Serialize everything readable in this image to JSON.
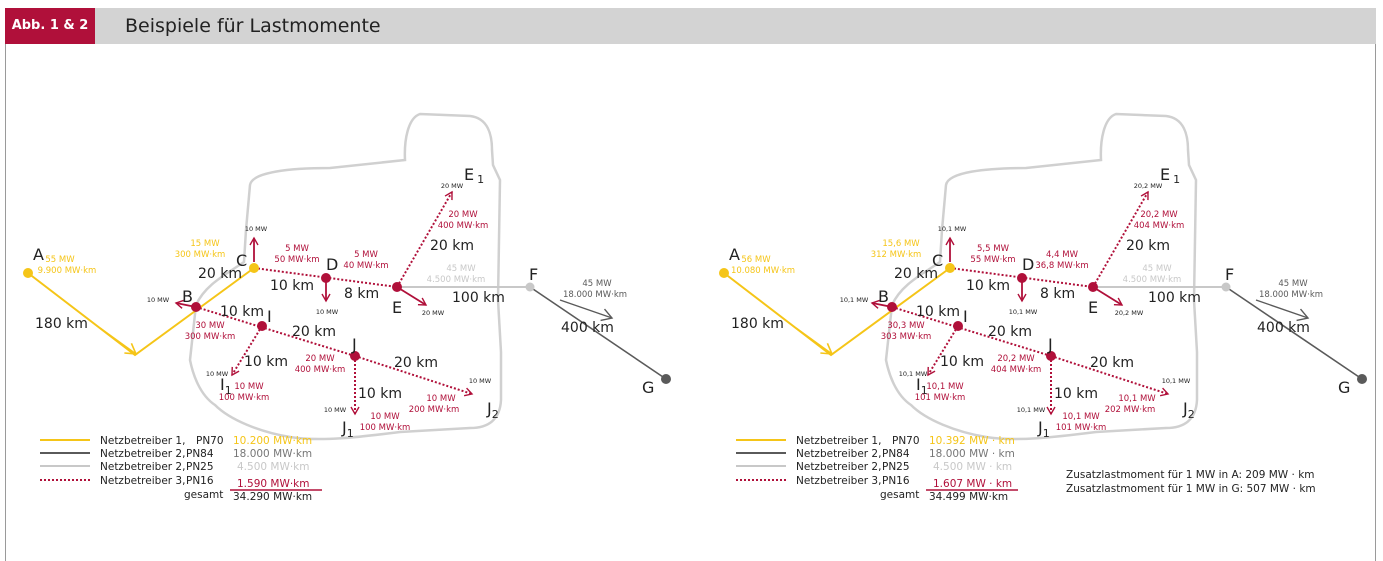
{
  "header": {
    "tag": "Abb. 1 & 2",
    "title": "Beispiele für Lastmomente"
  },
  "colors": {
    "operator1": "#f5c518",
    "operator2_pn84": "#5a5a5a",
    "operator2_pn25": "#c8c8c8",
    "operator3": "#b0103a",
    "outline": "#d0d0d0",
    "header_bg": "#d3d3d3",
    "tag_bg": "#b0103a"
  },
  "left": {
    "nodes": {
      "A": "A",
      "B": "B",
      "C": "C",
      "D": "D",
      "E": "E",
      "F": "F",
      "G": "G",
      "I": "I",
      "I1": "I",
      "I1_sub": "1",
      "J": "J",
      "J1": "J",
      "J1_sub": "1",
      "J2": "J",
      "J2_sub": "2",
      "E1": "E",
      "E1_sub": "1"
    },
    "distances": {
      "AB": "180 km",
      "BC": "20 km",
      "CD": "10 km",
      "DE": "8 km",
      "EF": "100 km",
      "FG": "400 km",
      "BI": "10 km",
      "IJ": "20 km",
      "JJ2": "20 km",
      "JJ1": "10 km",
      "II1": "10 km",
      "EE1": "20 km"
    },
    "annotations": {
      "A_mw": "55 MW",
      "A_mwkm": "9.900 MW·km",
      "C_mw": "15 MW",
      "C_mwkm": "300 MW·km",
      "CD_mw": "5 MW",
      "CD_mwkm": "50 MW·km",
      "DE_mw": "5 MW",
      "DE_mwkm": "40 MW·km",
      "EF_mw": "45 MW",
      "EF_mwkm": "4.500 MW·km",
      "FG_mw": "45 MW",
      "FG_mwkm": "18.000 MW·km",
      "EE1_mw": "20 MW",
      "EE1_mwkm": "400 MW·km",
      "BI_mw": "30 MW",
      "BI_mwkm": "300 MW·km",
      "IJ_mw": "20 MW",
      "IJ_mwkm": "400 MW·km",
      "JJ2_mw": "10 MW",
      "JJ2_mwkm": "200 MW·km",
      "JJ1_mw": "10 MW",
      "JJ1_mwkm": "100 MW·km",
      "II1_mw": "10 MW",
      "II1_mwkm": "100 MW·km",
      "load_C": "10 MW",
      "load_B": "10 MW",
      "load_D": "10 MW",
      "load_E": "20 MW",
      "load_E1": "20 MW",
      "load_I1": "10 MW",
      "load_J1": "10 MW",
      "load_J2": "10 MW"
    },
    "legend": {
      "row1_name": "Netzbetreiber 1,",
      "row1_pn": "PN70",
      "row1_val": "10.200 MW·km",
      "row2_name": "Netzbetreiber 2,",
      "row2_pn": "PN84",
      "row2_val": "18.000 MW·km",
      "row3_name": "Netzbetreiber 2,",
      "row3_pn": "PN25",
      "row3_val": "4.500 MW·km",
      "row4_name": "Netzbetreiber 3,",
      "row4_pn": "PN16",
      "row4_val": "1.590 MW·km",
      "total_label": "gesamt",
      "total_val": "34.290 MW·km"
    }
  },
  "right": {
    "nodes": {
      "A": "A",
      "B": "B",
      "C": "C",
      "D": "D",
      "E": "E",
      "F": "F",
      "G": "G",
      "I": "I",
      "I1": "I",
      "I1_sub": "1",
      "J": "J",
      "J1": "J",
      "J1_sub": "1",
      "J2": "J",
      "J2_sub": "2",
      "E1": "E",
      "E1_sub": "1"
    },
    "distances": {
      "AB": "180 km",
      "BC": "20 km",
      "CD": "10 km",
      "DE": "8 km",
      "EF": "100 km",
      "FG": "400 km",
      "BI": "10 km",
      "IJ": "20 km",
      "JJ2": "20 km",
      "JJ1": "10 km",
      "II1": "10 km",
      "EE1": "20 km"
    },
    "annotations": {
      "A_mw": "56 MW",
      "A_mwkm": "10.080 MW·km",
      "C_mw": "15,6 MW",
      "C_mwkm": "312 MW·km",
      "CD_mw": "5,5 MW",
      "CD_mwkm": "55 MW·km",
      "DE_mw": "4,4 MW",
      "DE_mwkm": "36,8 MW·km",
      "EF_mw": "45 MW",
      "EF_mwkm": "4.500 MW·km",
      "FG_mw": "45 MW",
      "FG_mwkm": "18.000 MW·km",
      "EE1_mw": "20,2 MW",
      "EE1_mwkm": "404 MW·km",
      "BI_mw": "30,3 MW",
      "BI_mwkm": "303 MW·km",
      "IJ_mw": "20,2 MW",
      "IJ_mwkm": "404 MW·km",
      "JJ2_mw": "10,1 MW",
      "JJ2_mwkm": "202 MW·km",
      "JJ1_mw": "10,1 MW",
      "JJ1_mwkm": "101 MW·km",
      "II1_mw": "10,1 MW",
      "II1_mwkm": "101 MW·km",
      "load_C": "10,1 MW",
      "load_B": "10,1 MW",
      "load_D": "10,1 MW",
      "load_E": "20,2 MW",
      "load_E1": "20,2 MW",
      "load_I1": "10,1 MW",
      "load_J1": "10,1 MW",
      "load_J2": "10,1 MW"
    },
    "legend": {
      "row1_name": "Netzbetreiber 1,",
      "row1_pn": "PN70",
      "row1_val": "10.392 MW · km",
      "row2_name": "Netzbetreiber 2,",
      "row2_pn": "PN84",
      "row2_val": "18.000 MW · km",
      "row3_name": "Netzbetreiber 2,",
      "row3_pn": "PN25",
      "row3_val": "4.500 MW · km",
      "row4_name": "Netzbetreiber 3,",
      "row4_pn": "PN16",
      "row4_val": "1.607 MW · km",
      "total_label": "gesamt",
      "total_val": "34.499 MW·km"
    },
    "notes": {
      "line1": "Zusatzlastmoment für 1 MW in A: 209 MW · km",
      "line2": "Zusatzlastmoment für 1 MW in G: 507 MW · km"
    }
  }
}
